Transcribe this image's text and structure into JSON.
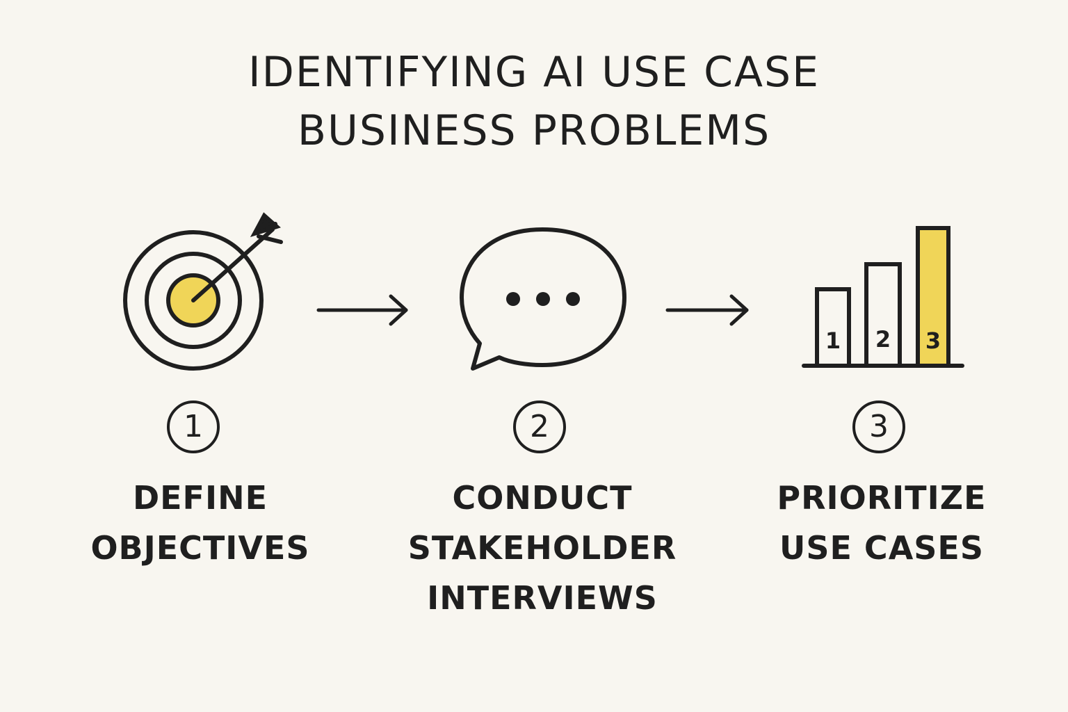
{
  "title": {
    "line1": "IDENTIFYING AI USE CASE",
    "line2": "BUSINESS PROBLEMS"
  },
  "colors": {
    "background": "#f8f6f0",
    "ink": "#1f1f1f",
    "accent": "#f0d558"
  },
  "steps": [
    {
      "number": "1",
      "icon": "target-icon",
      "label_lines": [
        "DEFINE",
        "OBJECTIVES"
      ]
    },
    {
      "number": "2",
      "icon": "speech-bubble-icon",
      "label_lines": [
        "CONDUCT",
        "STAKEHOLDER",
        "INTERVIEWS"
      ]
    },
    {
      "number": "3",
      "icon": "bar-chart-icon",
      "label_lines": [
        "PRIORITIZE",
        "USE CASES"
      ]
    }
  ],
  "bar_labels": [
    "1",
    "2",
    "3"
  ]
}
